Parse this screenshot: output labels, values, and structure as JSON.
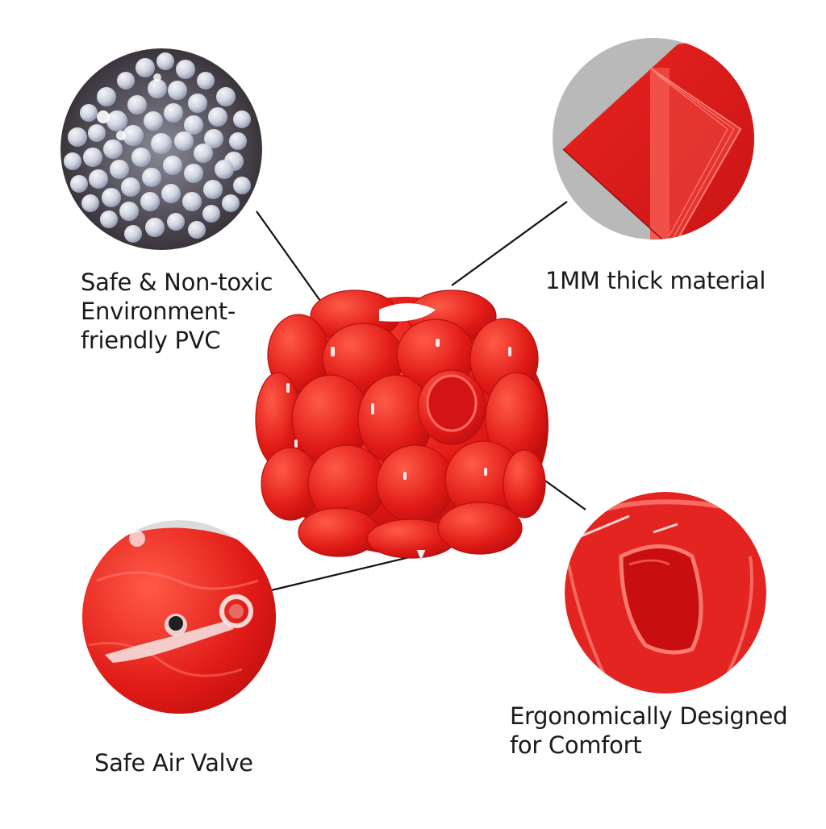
{
  "infographic": {
    "product": "Inflatable bumper bubble ball (red)",
    "colors": {
      "ball_red": "#e01818",
      "line": "#111111",
      "text": "#1a1a1a",
      "background": "#ffffff"
    },
    "features": [
      {
        "id": "pvc",
        "label": "Safe & Non-toxic\nEnvironment-\nfriendly PVC",
        "image": "clear-pvc-pellets"
      },
      {
        "id": "thickness",
        "label": "1MM thick material",
        "image": "folded-red-pvc-sheet"
      },
      {
        "id": "valve",
        "label": "Safe Air Valve",
        "image": "air-valve-closeup"
      },
      {
        "id": "comfort",
        "label": "Ergonomically Designed\nfor Comfort",
        "image": "armhole-closeup"
      }
    ]
  }
}
